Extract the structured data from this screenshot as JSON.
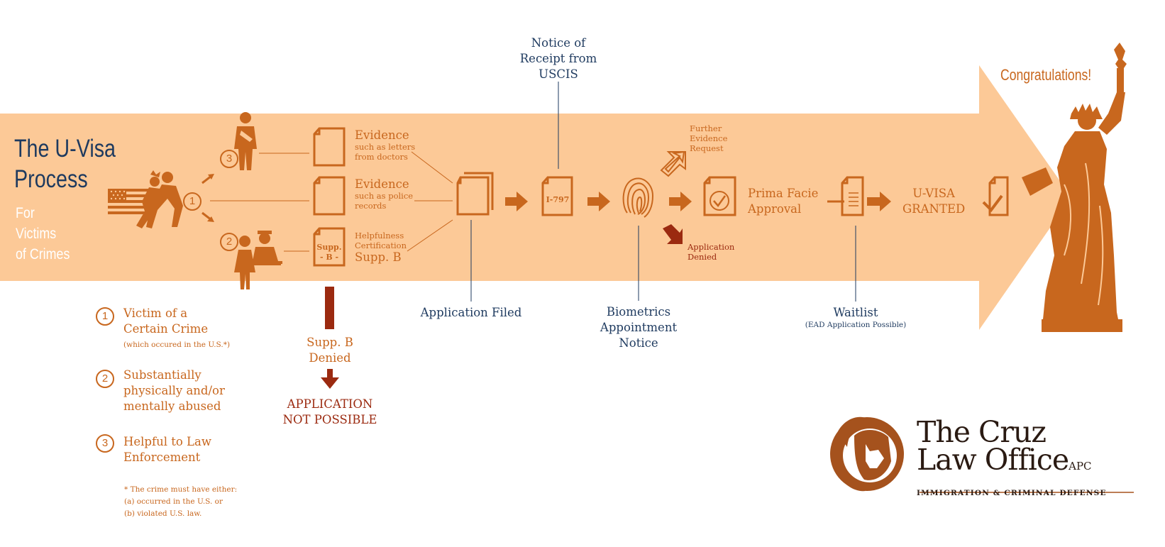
{
  "title": {
    "line1": "The U-Visa",
    "line2": "Process"
  },
  "subtitle": {
    "line1": "For",
    "line2": "Victims",
    "line3": "of Crimes"
  },
  "evidence": [
    {
      "heading": "Evidence",
      "detail_line1": "such as letters",
      "detail_line2": "from doctors"
    },
    {
      "heading": "Evidence",
      "detail_line1": "such as police",
      "detail_line2": "records"
    },
    {
      "heading": "Supp. B",
      "detail_line1": "Helpfulness",
      "detail_line2": "Certification",
      "doc_label_line1": "Supp.",
      "doc_label_line2": "- B -"
    }
  ],
  "steps": {
    "receipt_notice": {
      "line1": "Notice of",
      "line2": "Receipt from",
      "line3": "USCIS"
    },
    "receipt_doc_label": "I-797",
    "application_filed": "Application Filed",
    "biometrics": {
      "line1": "Biometrics",
      "line2": "Appointment",
      "line3": "Notice"
    },
    "further_evidence": {
      "line1": "Further",
      "line2": "Evidence",
      "line3": "Request"
    },
    "application_denied": {
      "line1": "Application",
      "line2": "Denied"
    },
    "prima_facie": {
      "line1": "Prima Facie",
      "line2": "Approval"
    },
    "waitlist": {
      "label": "Waitlist",
      "note": "(EAD Application Possible)"
    },
    "granted": {
      "line1": "U-VISA",
      "line2": "GRANTED"
    },
    "congratulations": "Congratulations!"
  },
  "supp_b_denied": {
    "line1": "Supp. B",
    "line2": "Denied",
    "result_line1": "APPLICATION",
    "result_line2": "NOT POSSIBLE"
  },
  "markers": [
    "1",
    "2",
    "3"
  ],
  "legend": [
    {
      "number": "1",
      "line1": "Victim of a",
      "line2": "Certain Crime",
      "note": "(which occured in the U.S.*)"
    },
    {
      "number": "2",
      "line1": "Substantially",
      "line2": "physically and/or",
      "line3": "mentally abused"
    },
    {
      "number": "3",
      "line1": "Helpful to Law",
      "line2": "Enforcement"
    }
  ],
  "footnote": {
    "line1": "* The crime must have either:",
    "line2": "(a) occurred in the U.S. or",
    "line3": "(b) violated U.S. law."
  },
  "logo": {
    "name_line1": "The Cruz",
    "name_line2": "Law Office",
    "suffix": "APC",
    "tagline": "IMMIGRATION & CRIMINAL DEFENSE"
  },
  "colors": {
    "band": "#fcc997",
    "orange": "#c8671e",
    "navy": "#1e3a5f",
    "denied_red": "#9b2a10",
    "logo_brown": "#a5521d"
  },
  "icons": [
    "victim-scene-icon",
    "person-sling-icon",
    "person-officer-icon",
    "document-icon",
    "fingerprint-icon",
    "checkmark-document-icon",
    "statue-of-liberty-icon",
    "lion-logo-icon"
  ]
}
